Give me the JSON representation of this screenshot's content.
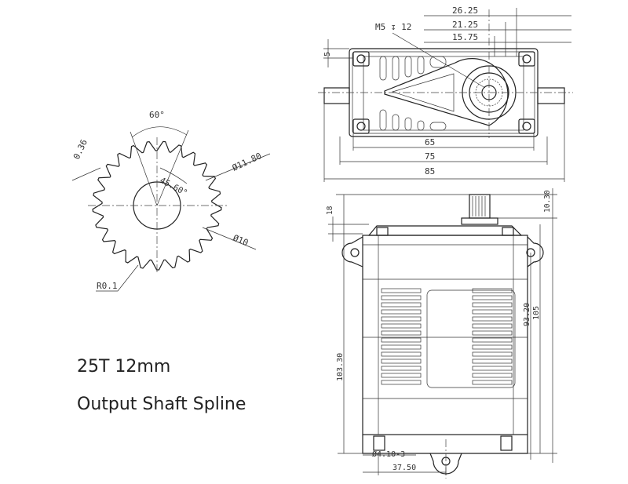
{
  "caption": {
    "line1": "25T 12mm",
    "line2": "Output Shaft Spline"
  },
  "spline_view": {
    "teeth": 25,
    "angle_label": "60°",
    "pitch_label": "0.36",
    "outer_dia_label": "Ø11.80",
    "tooth_angle_label": "45.60°",
    "inner_dia_label": "Ø10",
    "root_radius_label": "R0.1"
  },
  "top_view": {
    "thread_label": "M5 ↧ 12",
    "dim_26_25": "26.25",
    "dim_21_25": "21.25",
    "dim_15_75": "15.75",
    "dim_5": "5",
    "dim_65": "65",
    "dim_75": "75",
    "dim_85": "85"
  },
  "side_view": {
    "dim_10_30": "10.30",
    "dim_18": "18",
    "dim_93_20": "93.20",
    "dim_105": "105",
    "dim_103_30": "103.30",
    "hole_label": "Ø4.10-3",
    "dim_37_50": "37.50"
  }
}
